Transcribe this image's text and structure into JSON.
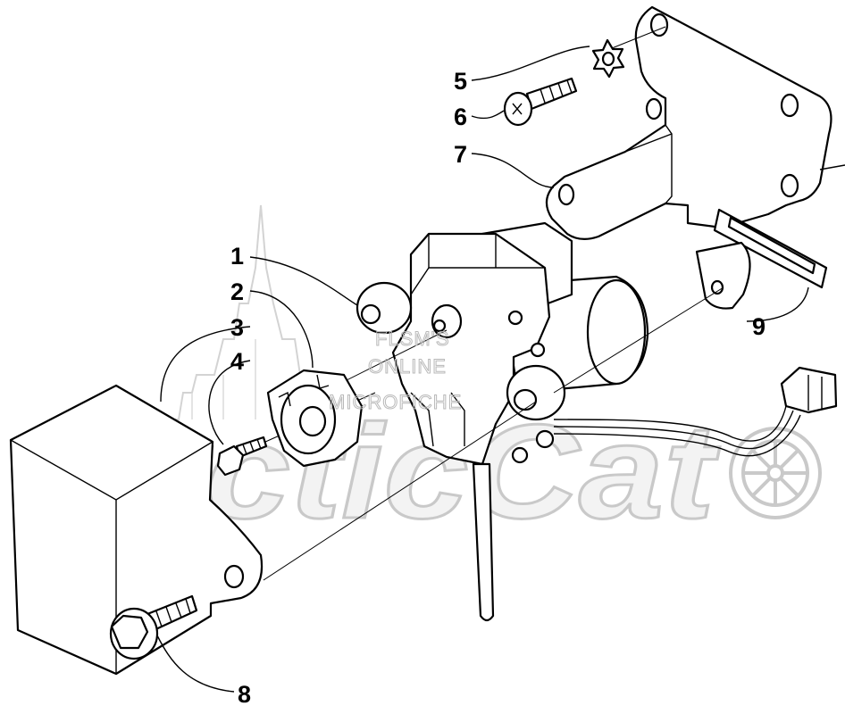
{
  "diagram": {
    "callouts": [
      {
        "id": "1",
        "label": "1"
      },
      {
        "id": "2",
        "label": "2"
      },
      {
        "id": "3",
        "label": "3"
      },
      {
        "id": "4",
        "label": "4"
      },
      {
        "id": "5",
        "label": "5"
      },
      {
        "id": "6",
        "label": "6"
      },
      {
        "id": "7",
        "label": "7"
      },
      {
        "id": "8",
        "label": "8"
      },
      {
        "id": "9",
        "label": "9"
      }
    ],
    "watermark": {
      "lines": [
        "FLSM'S",
        "ONLINE",
        "MICROFICHE"
      ],
      "logo_text": "ArcticCat"
    }
  },
  "colors": {
    "line": "#000000",
    "background": "#ffffff",
    "watermark": "#b9b9b9"
  }
}
